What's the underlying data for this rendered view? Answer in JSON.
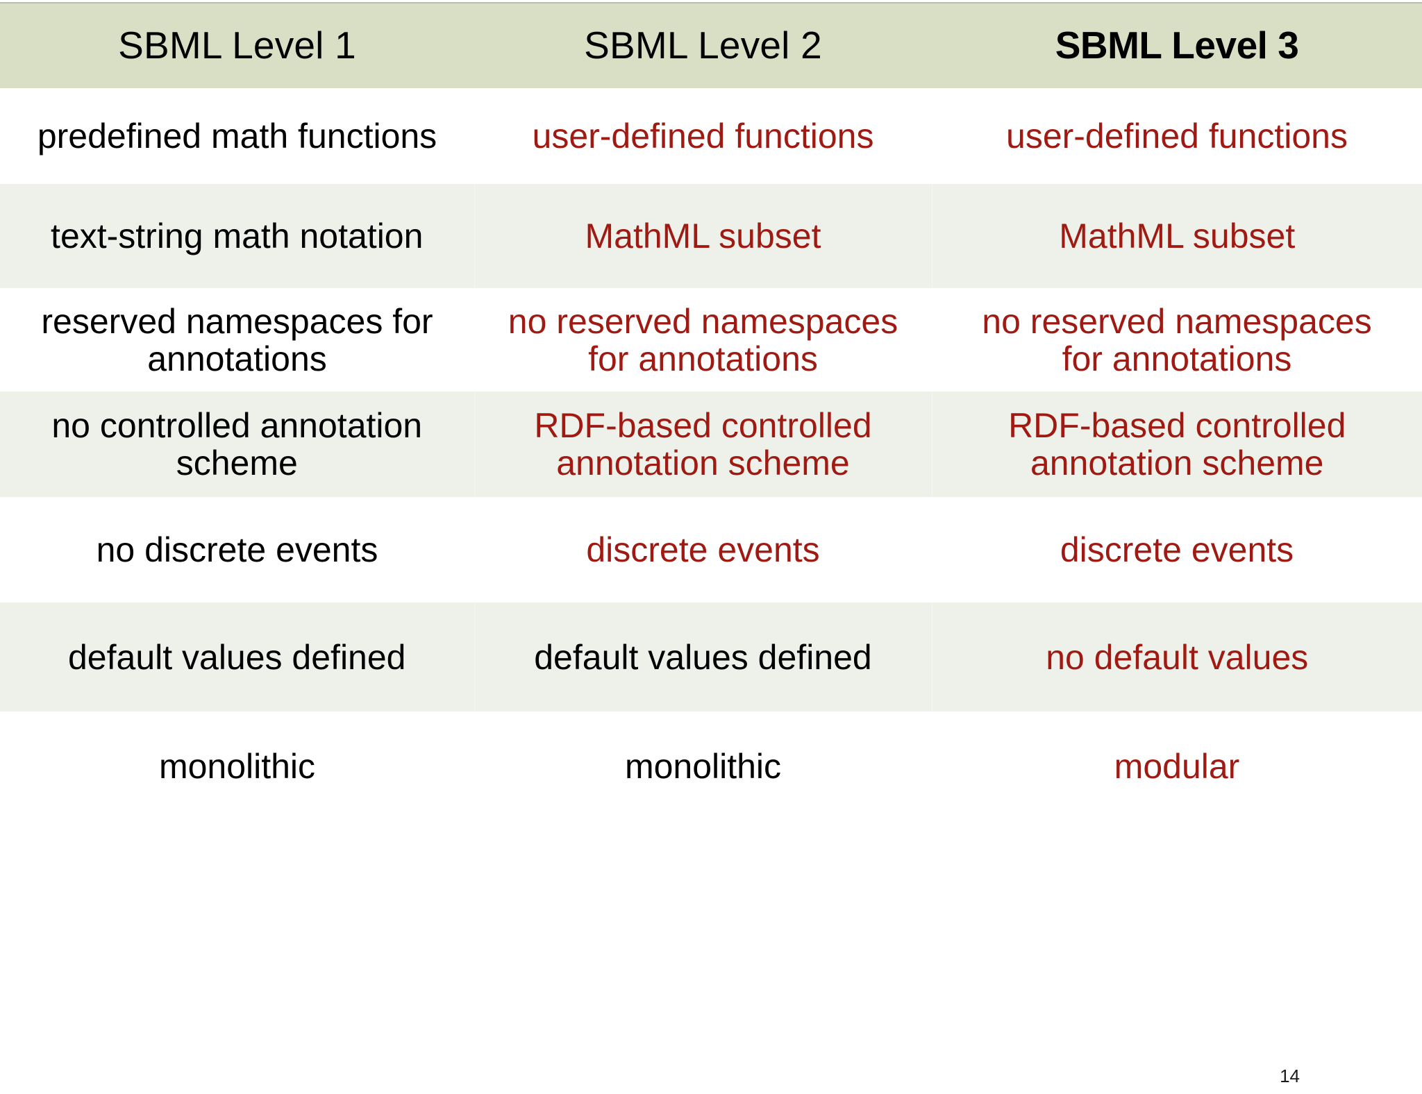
{
  "slide": {
    "page_number": "14",
    "accent_red": "#9e1a12",
    "header_band_color": "#d9dfc4",
    "row_shade_color": "#eef0ea",
    "text_color": "#000000"
  },
  "table": {
    "headers": [
      {
        "label": "SBML Level 1",
        "emphasis": "normal"
      },
      {
        "label": "SBML Level 2",
        "emphasis": "normal"
      },
      {
        "label": "SBML Level 3",
        "emphasis": "bold"
      }
    ],
    "rows": [
      {
        "shaded": false,
        "cells": [
          {
            "lines": [
              "predefined math functions"
            ],
            "color": "black"
          },
          {
            "lines": [
              "user-defined functions"
            ],
            "color": "red"
          },
          {
            "lines": [
              "user-defined functions"
            ],
            "color": "red"
          }
        ]
      },
      {
        "shaded": true,
        "cells": [
          {
            "lines": [
              "text-string math notation"
            ],
            "color": "black"
          },
          {
            "lines": [
              "MathML subset"
            ],
            "color": "red"
          },
          {
            "lines": [
              "MathML subset"
            ],
            "color": "red"
          }
        ]
      },
      {
        "shaded": false,
        "cells": [
          {
            "lines": [
              "reserved namespaces for",
              "annotations"
            ],
            "color": "black"
          },
          {
            "lines": [
              "no reserved namespaces",
              "for annotations"
            ],
            "color": "red"
          },
          {
            "lines": [
              "no reserved namespaces",
              "for annotations"
            ],
            "color": "red"
          }
        ]
      },
      {
        "shaded": true,
        "cells": [
          {
            "lines": [
              "no controlled annotation",
              "scheme"
            ],
            "color": "black"
          },
          {
            "lines": [
              "RDF-based controlled",
              "annotation scheme"
            ],
            "color": "red"
          },
          {
            "lines": [
              "RDF-based controlled",
              "annotation scheme"
            ],
            "color": "red"
          }
        ]
      },
      {
        "shaded": false,
        "cells": [
          {
            "lines": [
              "no discrete events"
            ],
            "color": "black"
          },
          {
            "lines": [
              "discrete events"
            ],
            "color": "red"
          },
          {
            "lines": [
              "discrete events"
            ],
            "color": "red"
          }
        ]
      },
      {
        "shaded": true,
        "cells": [
          {
            "lines": [
              "default values defined"
            ],
            "color": "black"
          },
          {
            "lines": [
              "default values defined"
            ],
            "color": "black"
          },
          {
            "lines": [
              "no default values"
            ],
            "color": "red"
          }
        ]
      },
      {
        "shaded": false,
        "cells": [
          {
            "lines": [
              "monolithic"
            ],
            "color": "black"
          },
          {
            "lines": [
              "monolithic"
            ],
            "color": "black"
          },
          {
            "lines": [
              "modular"
            ],
            "color": "red"
          }
        ]
      }
    ]
  }
}
